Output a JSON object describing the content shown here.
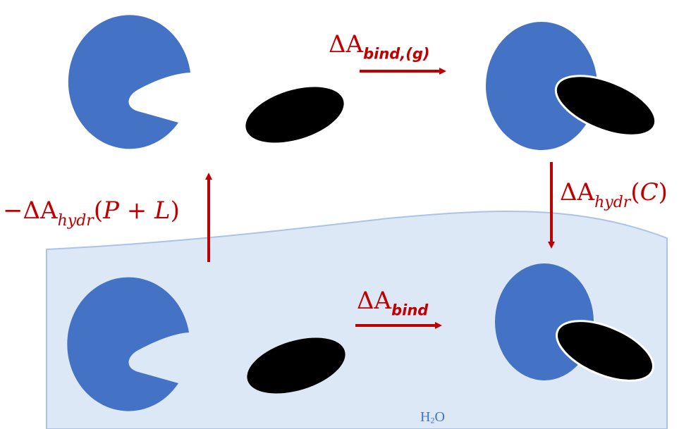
{
  "labels": {
    "bind_gas": {
      "symbol": "ΔA",
      "subscript": "bind,(g)"
    },
    "hydr_complex": {
      "symbol": "ΔA",
      "subscript": "hydr",
      "argument": "C"
    },
    "hydr_separate": {
      "prefix": "−",
      "symbol": "ΔA",
      "subscript": "hydr",
      "argument": "P + L"
    },
    "bind_solution": {
      "symbol": "ΔA",
      "subscript": "bind"
    },
    "solvent": {
      "main": "H",
      "sub": "2",
      "tail": "O"
    }
  },
  "colors": {
    "protein": "#4472C4",
    "ligand": "#000000",
    "arrow": "#C00000",
    "water_fill": "#DCE8F5",
    "water_edge": "#A9C4E8"
  }
}
